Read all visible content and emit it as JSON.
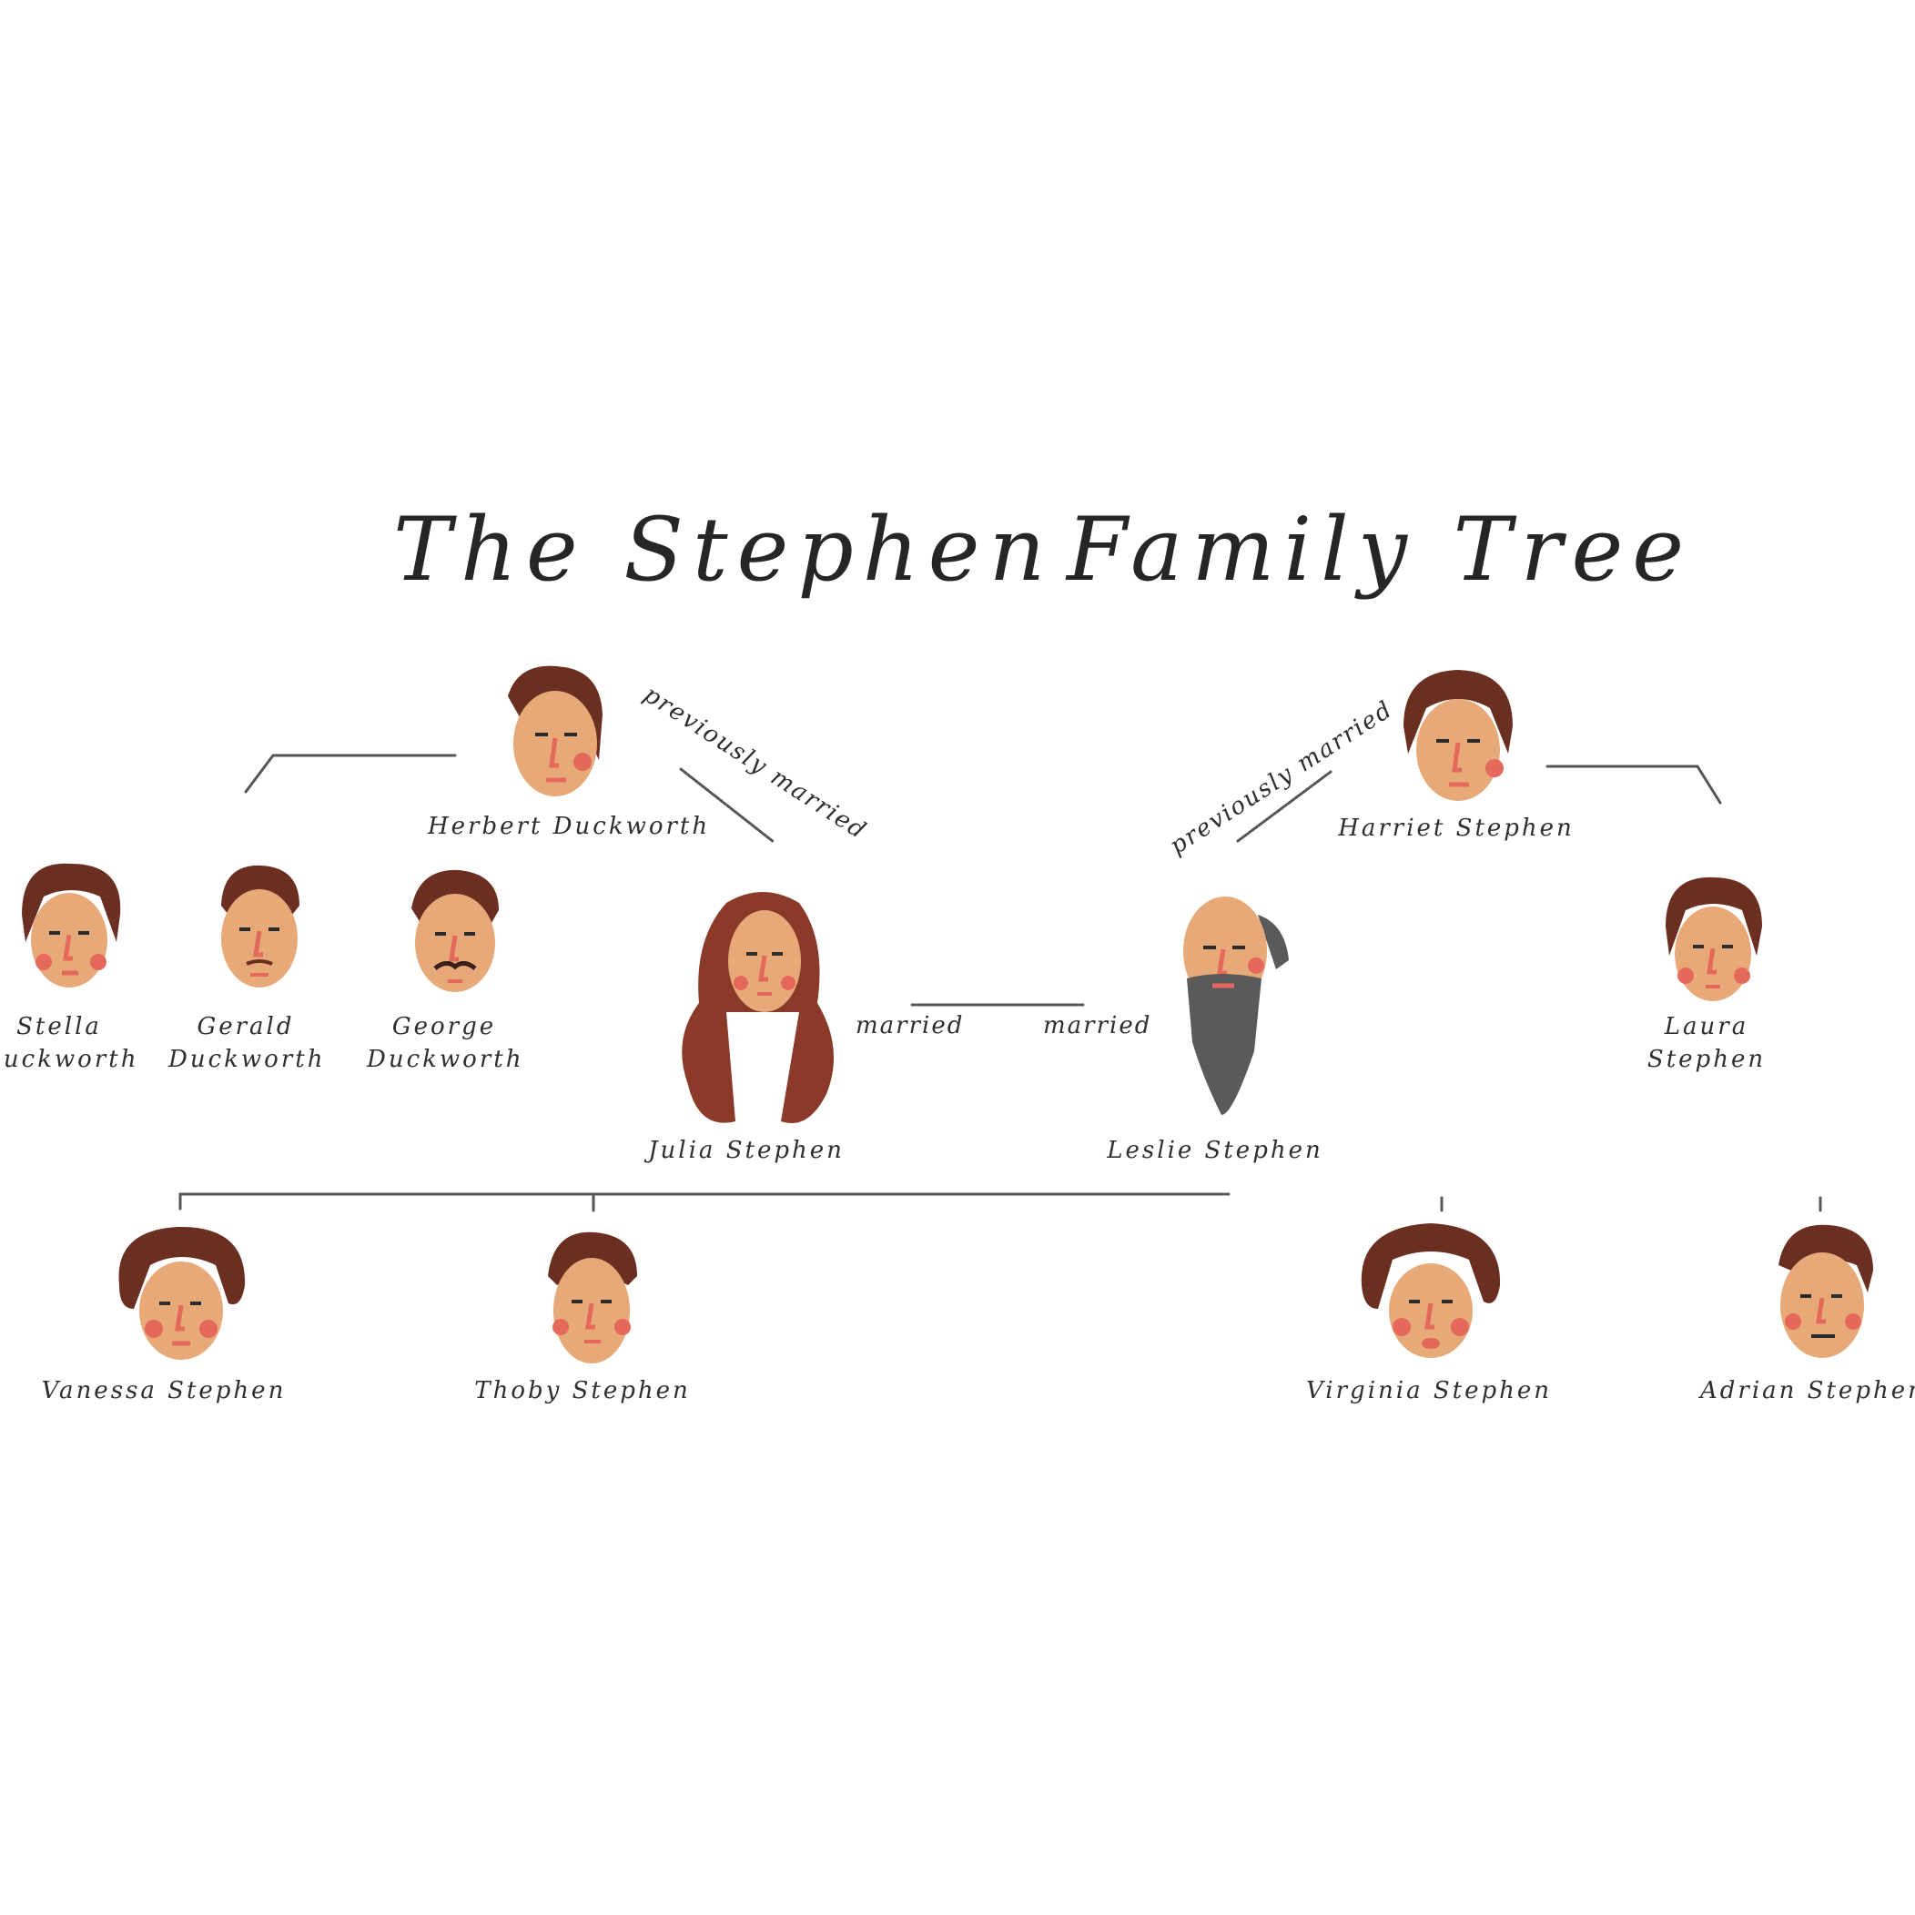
{
  "title": {
    "part1": "The Stephen",
    "part2": "Family Tree"
  },
  "colors": {
    "skin": "#e8a979",
    "hair_brown": "#6b2f22",
    "hair_auburn": "#8b3a2a",
    "cheek": "#e5695a",
    "beard": "#5a5a5a",
    "line": "#555555"
  },
  "people": {
    "herbert": "Herbert Duckworth",
    "harriet": "Harriet Stephen",
    "stella": [
      "Stella",
      "Duckworth"
    ],
    "gerald": [
      "Gerald",
      "Duckworth"
    ],
    "george": [
      "George",
      "Duckworth"
    ],
    "julia": "Julia Stephen",
    "leslie": "Leslie Stephen",
    "laura": [
      "Laura",
      "Stephen"
    ],
    "vanessa": "Vanessa Stephen",
    "thoby": "Thoby Stephen",
    "virginia": "Virginia Stephen",
    "adrian": "Adrian Stephen"
  },
  "relations": {
    "previously_married_left": "previously married",
    "previously_married_right": "previously married",
    "married_left": "married",
    "married_right": "married"
  }
}
